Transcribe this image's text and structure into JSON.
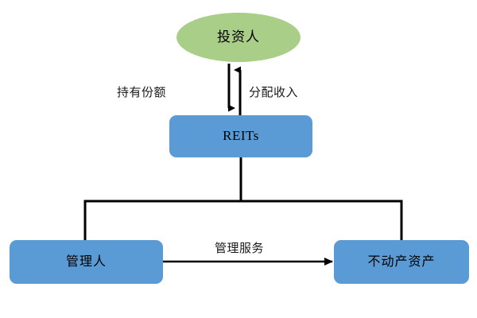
{
  "diagram": {
    "type": "flow-diagram",
    "background_color": "#ffffff",
    "palette": {
      "ellipse_fill": "#a9ce87",
      "box_fill": "#5b9bd5",
      "line_color": "#000000",
      "text_color": "#000000"
    },
    "nodes": [
      {
        "id": "investor",
        "label": "投资人",
        "shape": "ellipse",
        "fill": "#a9ce87"
      },
      {
        "id": "reits",
        "label": "REITs",
        "shape": "rounded-rect",
        "fill": "#5b9bd5"
      },
      {
        "id": "manager",
        "label": "管理人",
        "shape": "rounded-rect",
        "fill": "#5b9bd5"
      },
      {
        "id": "assets",
        "label": "不动产资产",
        "shape": "rounded-rect",
        "fill": "#5b9bd5"
      }
    ],
    "edges": [
      {
        "id": "hold-shares",
        "from": "investor",
        "to": "reits",
        "label": "持有份额",
        "direction": "down",
        "arrow": "single"
      },
      {
        "id": "distribute-income",
        "from": "reits",
        "to": "investor",
        "label": "分配收入",
        "direction": "up",
        "arrow": "single"
      },
      {
        "id": "reits-branch",
        "from": "reits",
        "to": "manager, assets",
        "label": "",
        "direction": "down-split",
        "arrow": "none"
      },
      {
        "id": "management-service",
        "from": "manager",
        "to": "assets",
        "label": "管理服务",
        "direction": "right",
        "arrow": "single"
      }
    ]
  }
}
